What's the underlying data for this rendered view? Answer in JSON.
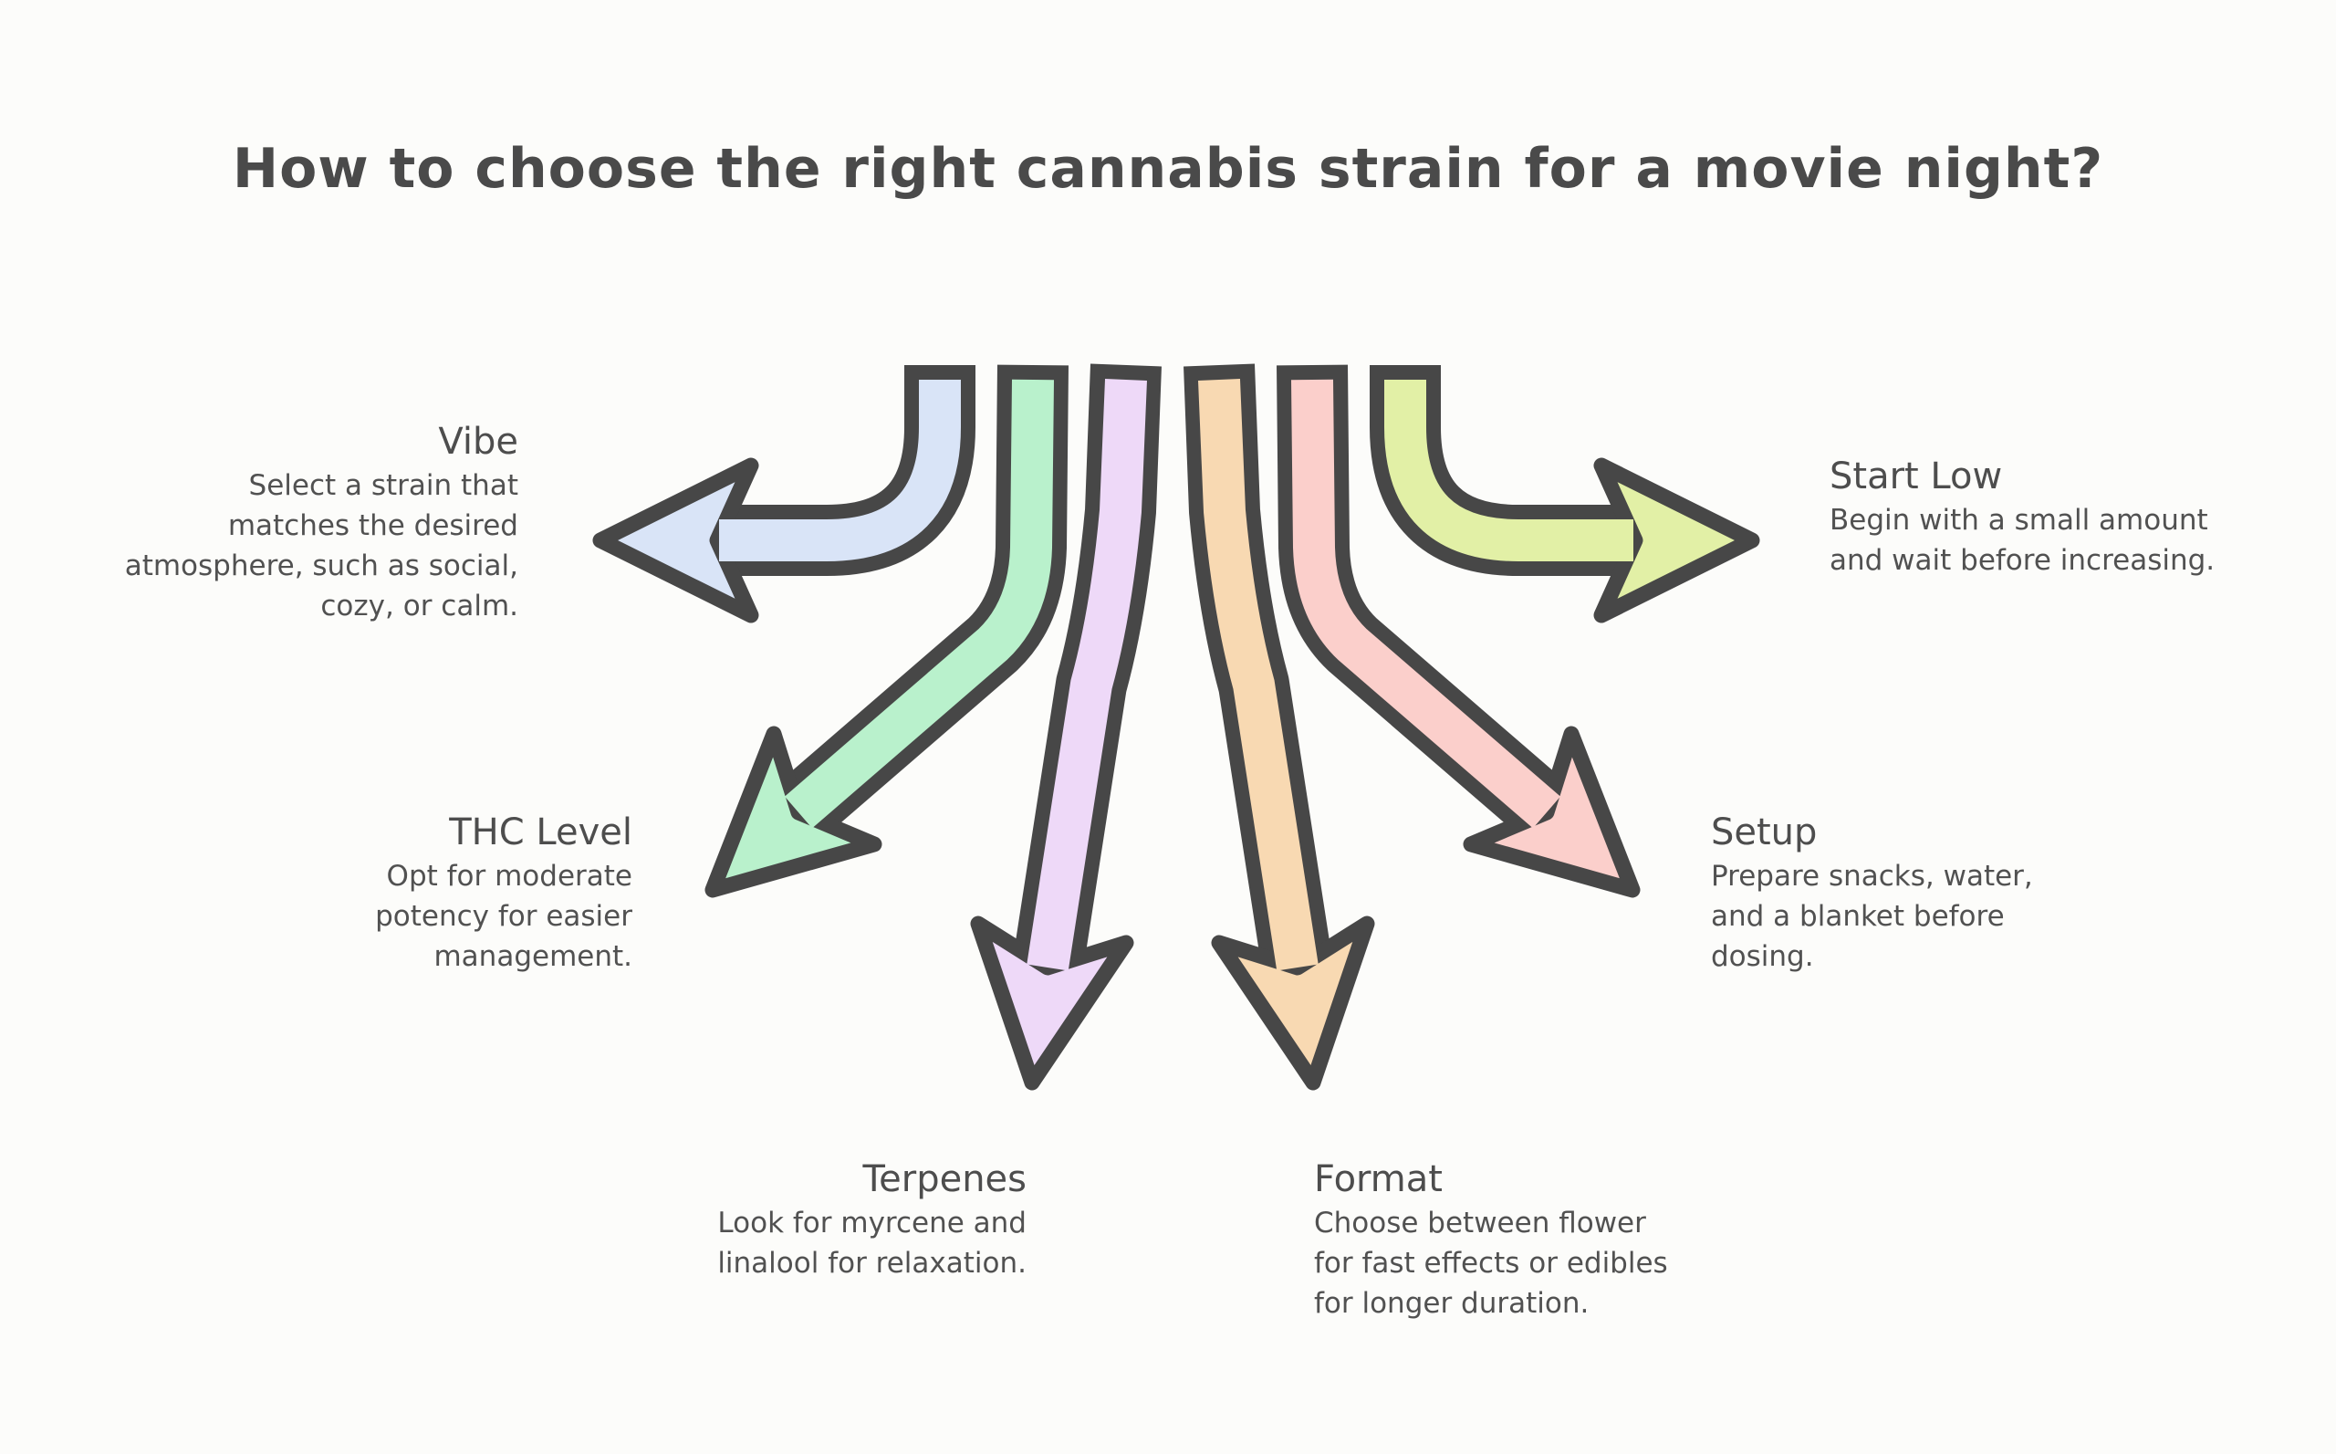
{
  "title": "How to choose the right cannabis strain for a movie night?",
  "colors": {
    "background": "#fcfcfa",
    "outline": "#474747",
    "text": "#4f4f4f"
  },
  "items": [
    {
      "id": "vibe",
      "label": "Vibe",
      "direction": "left",
      "color": "#d9e4f7",
      "lines": [
        "Select a strain that",
        "matches the desired",
        "atmosphere, such as social,",
        "cozy, or calm."
      ]
    },
    {
      "id": "thc-level",
      "label": "THC Level",
      "direction": "down-left",
      "color": "#b9f1cc",
      "lines": [
        "Opt for moderate",
        "potency for easier",
        "management."
      ]
    },
    {
      "id": "terpenes",
      "label": "Terpenes",
      "direction": "down",
      "color": "#eed9f8",
      "lines": [
        "Look for myrcene and",
        "linalool for relaxation."
      ]
    },
    {
      "id": "format",
      "label": "Format",
      "direction": "down",
      "color": "#f8d9b2",
      "lines": [
        "Choose between flower",
        "for fast effects or edibles",
        "for longer duration."
      ]
    },
    {
      "id": "setup",
      "label": "Setup",
      "direction": "down-right",
      "color": "#fbcfcb",
      "lines": [
        "Prepare snacks, water,",
        "and a blanket before",
        "dosing."
      ]
    },
    {
      "id": "start-low",
      "label": "Start Low",
      "direction": "right",
      "color": "#e2f0a6",
      "lines": [
        "Begin with a small amount",
        "and wait before increasing."
      ]
    }
  ]
}
